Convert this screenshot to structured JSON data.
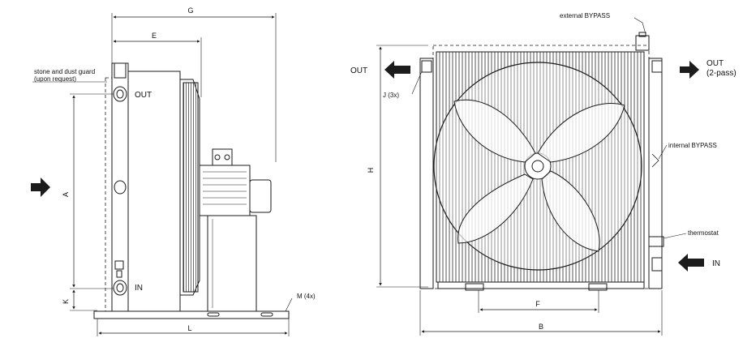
{
  "side_view": {
    "dims": {
      "G": "G",
      "E": "E",
      "A": "A",
      "K": "K",
      "L": "L"
    },
    "guard_line1": "stone and dust guard",
    "guard_line2": "(upon request)",
    "out": "OUT",
    "in": "IN",
    "mount": "M (4x)"
  },
  "front_view": {
    "dims": {
      "H": "H",
      "F": "F",
      "B": "B"
    },
    "out_left": "OUT",
    "out_right_line1": "OUT",
    "out_right_line2": "(2-pass)",
    "in_right": "IN",
    "connections": "J (3x)",
    "external_bypass": "external BYPASS",
    "internal_bypass": "internal BYPASS",
    "thermostat": "thermostat"
  },
  "colors": {
    "line": "#1a1a1a",
    "arrow": "#1c1c1c"
  }
}
